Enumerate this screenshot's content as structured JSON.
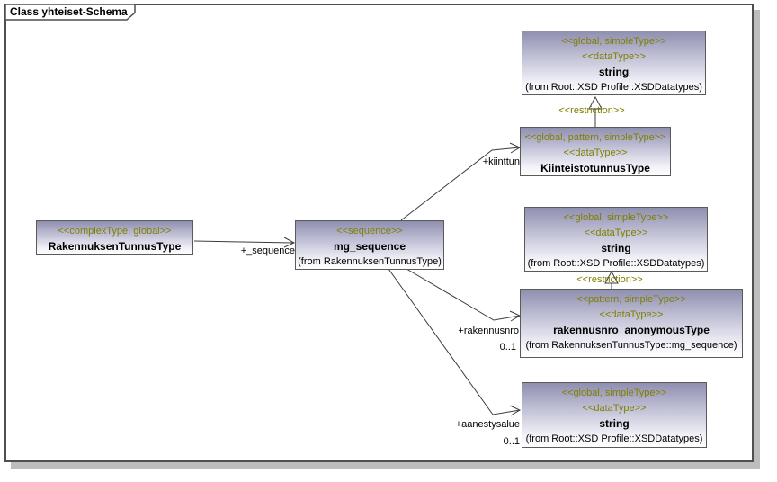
{
  "diagram": {
    "title": "Class yhteiset-Schema"
  },
  "colors": {
    "stereotype_text": "#7f7f00",
    "node_gradient_top": "#8f8fb0",
    "node_gradient_bottom": "#ffffff",
    "node_border": "#5a5a5a",
    "frame_border": "#4f4f4f",
    "frame_shadow": "#bdbdbd",
    "line": "#3c3c3c"
  },
  "nodes": {
    "string_top": {
      "stereotype1": "<<global, simpleType>>",
      "stereotype2": "<<dataType>>",
      "name": "string",
      "from": "(from Root::XSD Profile::XSDDatatypes)"
    },
    "kiinteistotunnus": {
      "stereotype1": "<<global, pattern, simpleType>>",
      "stereotype2": "<<dataType>>",
      "name": "KiinteistotunnusType"
    },
    "rakennuksen_tunnus": {
      "stereotype1": "<<complexType, global>>",
      "name": "RakennuksenTunnusType"
    },
    "mg_sequence": {
      "stereotype1": "<<sequence>>",
      "name": "mg_sequence",
      "from": "(from RakennuksenTunnusType)"
    },
    "string_mid": {
      "stereotype1": "<<global, simpleType>>",
      "stereotype2": "<<dataType>>",
      "name": "string",
      "from": "(from Root::XSD Profile::XSDDatatypes)"
    },
    "rakennusnro_anon": {
      "stereotype1": "<<pattern, simpleType>>",
      "stereotype2": "<<dataType>>",
      "name": "rakennusnro_anonymousType",
      "from": "(from RakennuksenTunnusType::mg_sequence)"
    },
    "string_bottom": {
      "stereotype1": "<<global, simpleType>>",
      "stereotype2": "<<dataType>>",
      "name": "string",
      "from": "(from Root::XSD Profile::XSDDatatypes)"
    }
  },
  "edges": {
    "sequence": {
      "label": "+_sequence"
    },
    "kiinttun": {
      "label": "+kiinttun"
    },
    "rakennusnro": {
      "label": "+rakennusnro",
      "multiplicity": "0..1"
    },
    "aanestysalue": {
      "label": "+aanestysalue",
      "multiplicity": "0..1"
    },
    "restriction_top": {
      "label": "<<restriction>>"
    },
    "restriction_mid": {
      "label": "<<restriction>>"
    }
  }
}
